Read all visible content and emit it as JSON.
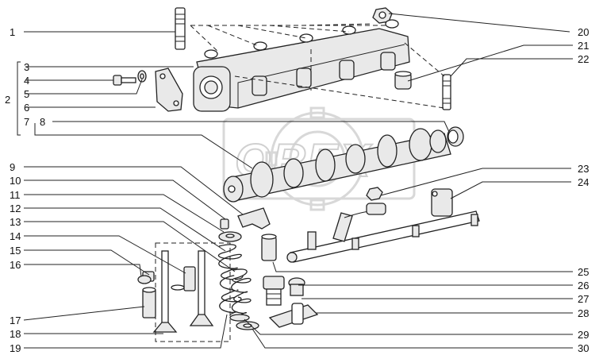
{
  "diagram": {
    "labels_left": [
      {
        "id": "1",
        "text": "1"
      },
      {
        "id": "2",
        "text": "2"
      },
      {
        "id": "3",
        "text": "3"
      },
      {
        "id": "4",
        "text": "4"
      },
      {
        "id": "5",
        "text": "5"
      },
      {
        "id": "6",
        "text": "6"
      },
      {
        "id": "7",
        "text": "7"
      },
      {
        "id": "8",
        "text": "8"
      },
      {
        "id": "9",
        "text": "9"
      },
      {
        "id": "10",
        "text": "10"
      },
      {
        "id": "11",
        "text": "11"
      },
      {
        "id": "12",
        "text": "12"
      },
      {
        "id": "13",
        "text": "13"
      },
      {
        "id": "14",
        "text": "14"
      },
      {
        "id": "15",
        "text": "15"
      },
      {
        "id": "16",
        "text": "16"
      },
      {
        "id": "17",
        "text": "17"
      },
      {
        "id": "18",
        "text": "18"
      },
      {
        "id": "19",
        "text": "19"
      }
    ],
    "labels_right": [
      {
        "id": "20",
        "text": "20"
      },
      {
        "id": "21",
        "text": "21"
      },
      {
        "id": "22",
        "text": "22"
      },
      {
        "id": "23",
        "text": "23"
      },
      {
        "id": "24",
        "text": "24"
      },
      {
        "id": "25",
        "text": "25"
      },
      {
        "id": "26",
        "text": "26"
      },
      {
        "id": "27",
        "text": "27"
      },
      {
        "id": "28",
        "text": "28"
      },
      {
        "id": "29",
        "text": "29"
      },
      {
        "id": "30",
        "text": "30"
      }
    ],
    "watermark": "OREX"
  }
}
